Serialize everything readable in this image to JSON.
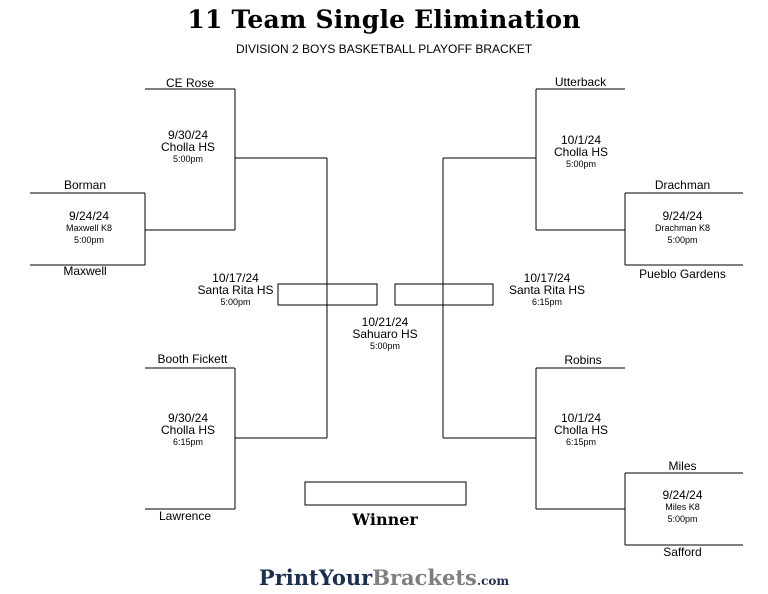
{
  "title": "11 Team Single Elimination",
  "subtitle": "DIVISION 2 BOYS BASKETBALL PLAYOFF BRACKET",
  "teams": {
    "ce_rose": "CE Rose",
    "borman": "Borman",
    "maxwell": "Maxwell",
    "booth_fickett": "Booth Fickett",
    "lawrence": "Lawrence",
    "utterback": "Utterback",
    "drachman": "Drachman",
    "pueblo_gardens": "Pueblo Gardens",
    "robins": "Robins",
    "miles": "Miles",
    "safford": "Safford"
  },
  "games": {
    "left_r1": {
      "date": "9/24/24",
      "venue": "Maxwell K8",
      "time": "5:00pm"
    },
    "left_qf_top": {
      "date": "9/30/24",
      "venue": "Cholla HS",
      "time": "5:00pm"
    },
    "left_qf_bottom": {
      "date": "9/30/24",
      "venue": "Cholla HS",
      "time": "6:15pm"
    },
    "left_semi": {
      "date": "10/17/24",
      "venue": "Santa Rita HS",
      "time": "5:00pm"
    },
    "final": {
      "date": "10/21/24",
      "venue": "Sahuaro HS",
      "time": "5:00pm"
    },
    "right_semi": {
      "date": "10/17/24",
      "venue": "Santa Rita HS",
      "time": "6:15pm"
    },
    "right_qf_top": {
      "date": "10/1/24",
      "venue": "Cholla HS",
      "time": "5:00pm"
    },
    "right_r1_top": {
      "date": "9/24/24",
      "venue": "Drachman K8",
      "time": "5:00pm"
    },
    "right_qf_bottom": {
      "date": "10/1/24",
      "venue": "Cholla HS",
      "time": "6:15pm"
    },
    "right_r1_bottom": {
      "date": "9/24/24",
      "venue": "Miles K8",
      "time": "5:00pm"
    }
  },
  "winner_label": "Winner",
  "brand": {
    "part1": "PrintYour",
    "part2": "Brackets",
    "part3": ".com"
  },
  "colors": {
    "lines": "#000000",
    "brand_dark": "#1c2f4f",
    "brand_gray": "#7f7f7f"
  }
}
